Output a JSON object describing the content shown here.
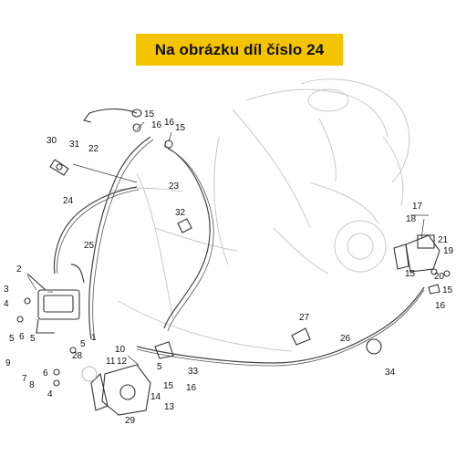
{
  "banner": {
    "text": "Na obrázku díl číslo 24",
    "background": "#f5c400"
  },
  "labels": [
    "1",
    "2",
    "3",
    "4",
    "4",
    "5",
    "5",
    "5",
    "5",
    "6",
    "6",
    "7",
    "8",
    "9",
    "10",
    "11",
    "12",
    "13",
    "14",
    "15",
    "15",
    "15",
    "15",
    "15",
    "16",
    "16",
    "16",
    "16",
    "17",
    "18",
    "19",
    "20",
    "21",
    "22",
    "23",
    "24",
    "25",
    "26",
    "27",
    "28",
    "29",
    "30",
    "31",
    "32",
    "33",
    "34"
  ]
}
